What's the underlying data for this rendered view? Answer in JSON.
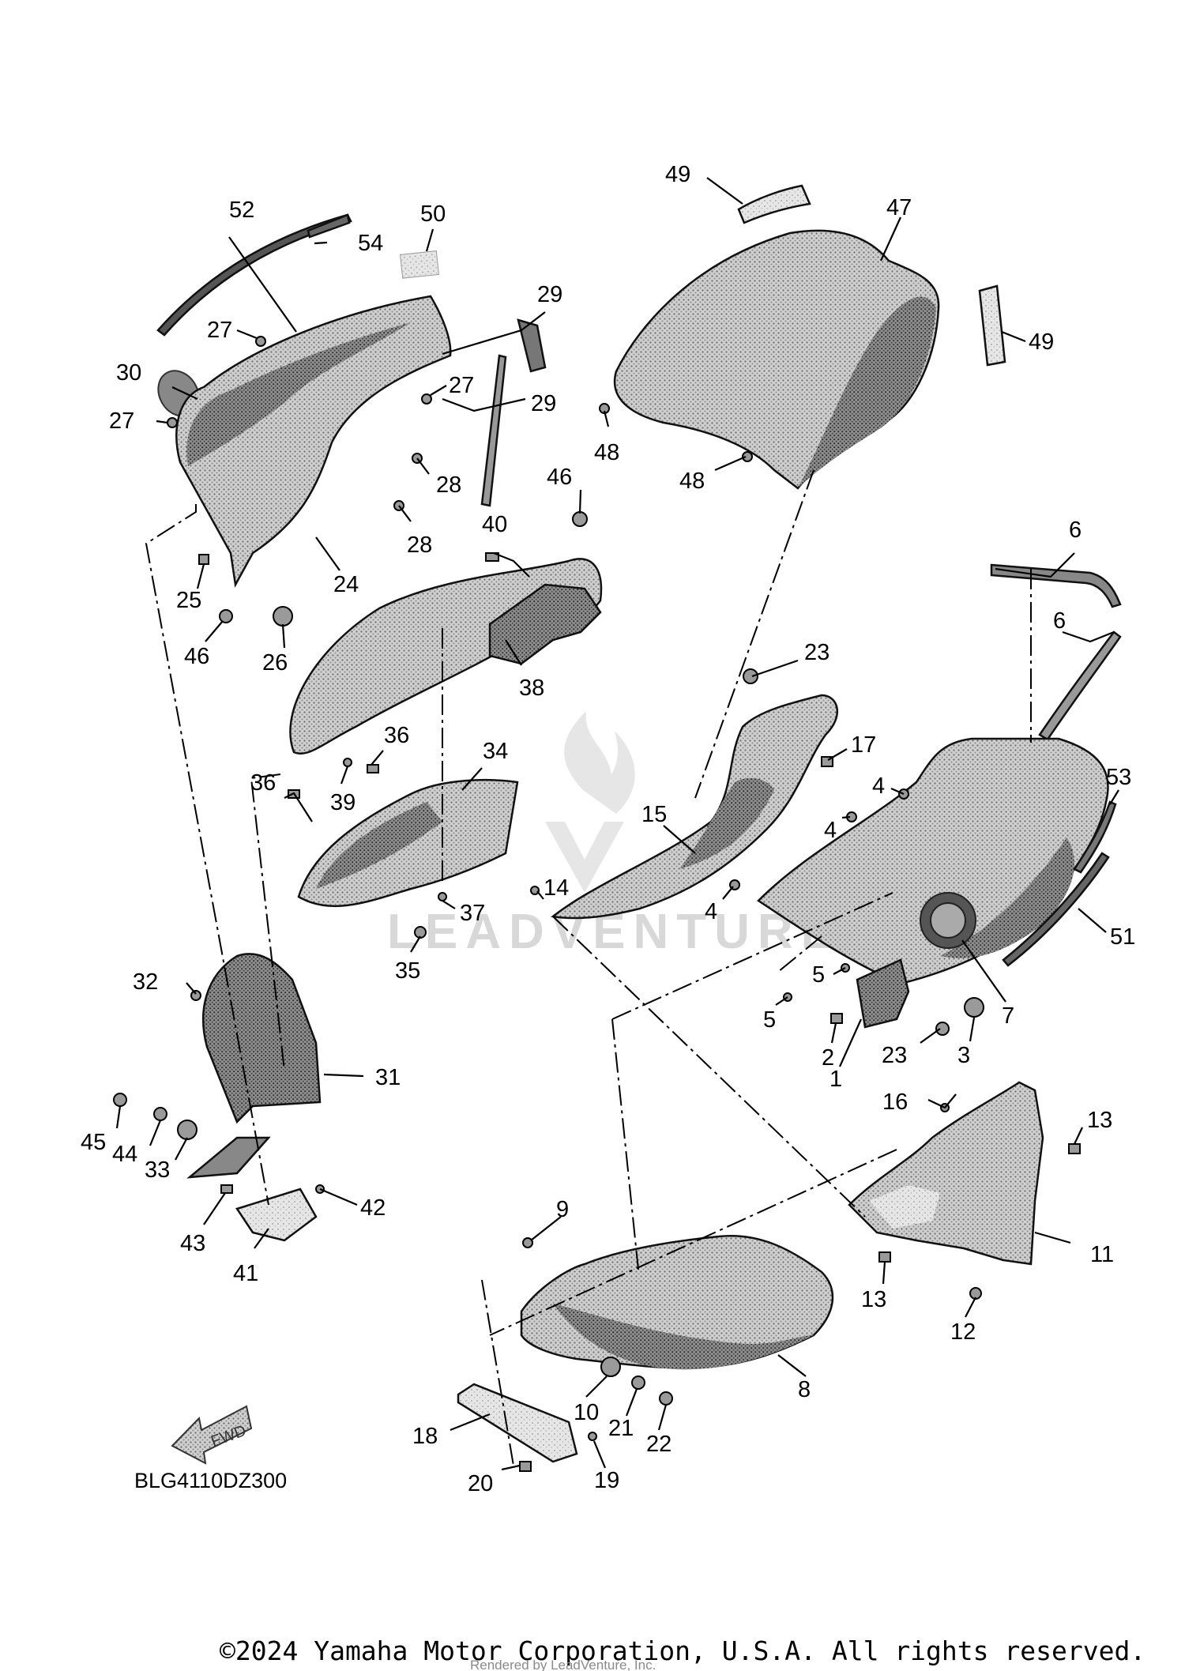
{
  "diagram": {
    "diagram_code": "BLG4110DZ300",
    "copyright": "©2024 Yamaha Motor Corporation, U.S.A. All rights reserved.",
    "watermark": "LEADVENTURE",
    "watermark_footer": "Rendered by LeadVenture, Inc.",
    "fwd_label": "FWD",
    "callouts": [
      "52",
      "54",
      "50",
      "29",
      "30",
      "27",
      "27",
      "27",
      "29",
      "28",
      "28",
      "24",
      "25",
      "46",
      "26",
      "40",
      "46",
      "38",
      "36",
      "39",
      "34",
      "36",
      "37",
      "35",
      "32",
      "31",
      "45",
      "44",
      "33",
      "42",
      "43",
      "41",
      "49",
      "47",
      "49",
      "48",
      "48",
      "6",
      "6",
      "23",
      "17",
      "15",
      "4",
      "4",
      "14",
      "4",
      "53",
      "51",
      "5",
      "5",
      "7",
      "2",
      "1",
      "23",
      "3",
      "16",
      "13",
      "11",
      "13",
      "12",
      "9",
      "10",
      "21",
      "22",
      "8",
      "18",
      "20",
      "19"
    ]
  }
}
